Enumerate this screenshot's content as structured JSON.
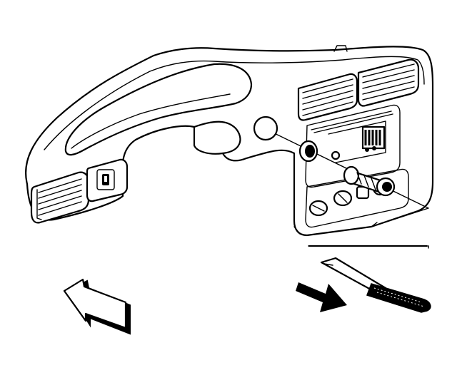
{
  "figure": {
    "subject": "instrument-panel-bezel-removal",
    "colors": {
      "line": "#000000",
      "background": "#ffffff"
    }
  },
  "callouts": [
    {
      "id": "front-of-vehicle-arrow",
      "icon": "hollow-arrow-left"
    },
    {
      "id": "removal-direction-arrow",
      "icon": "solid-arrow-down-right"
    }
  ],
  "tool": {
    "icon": "screwdriver-icon"
  }
}
